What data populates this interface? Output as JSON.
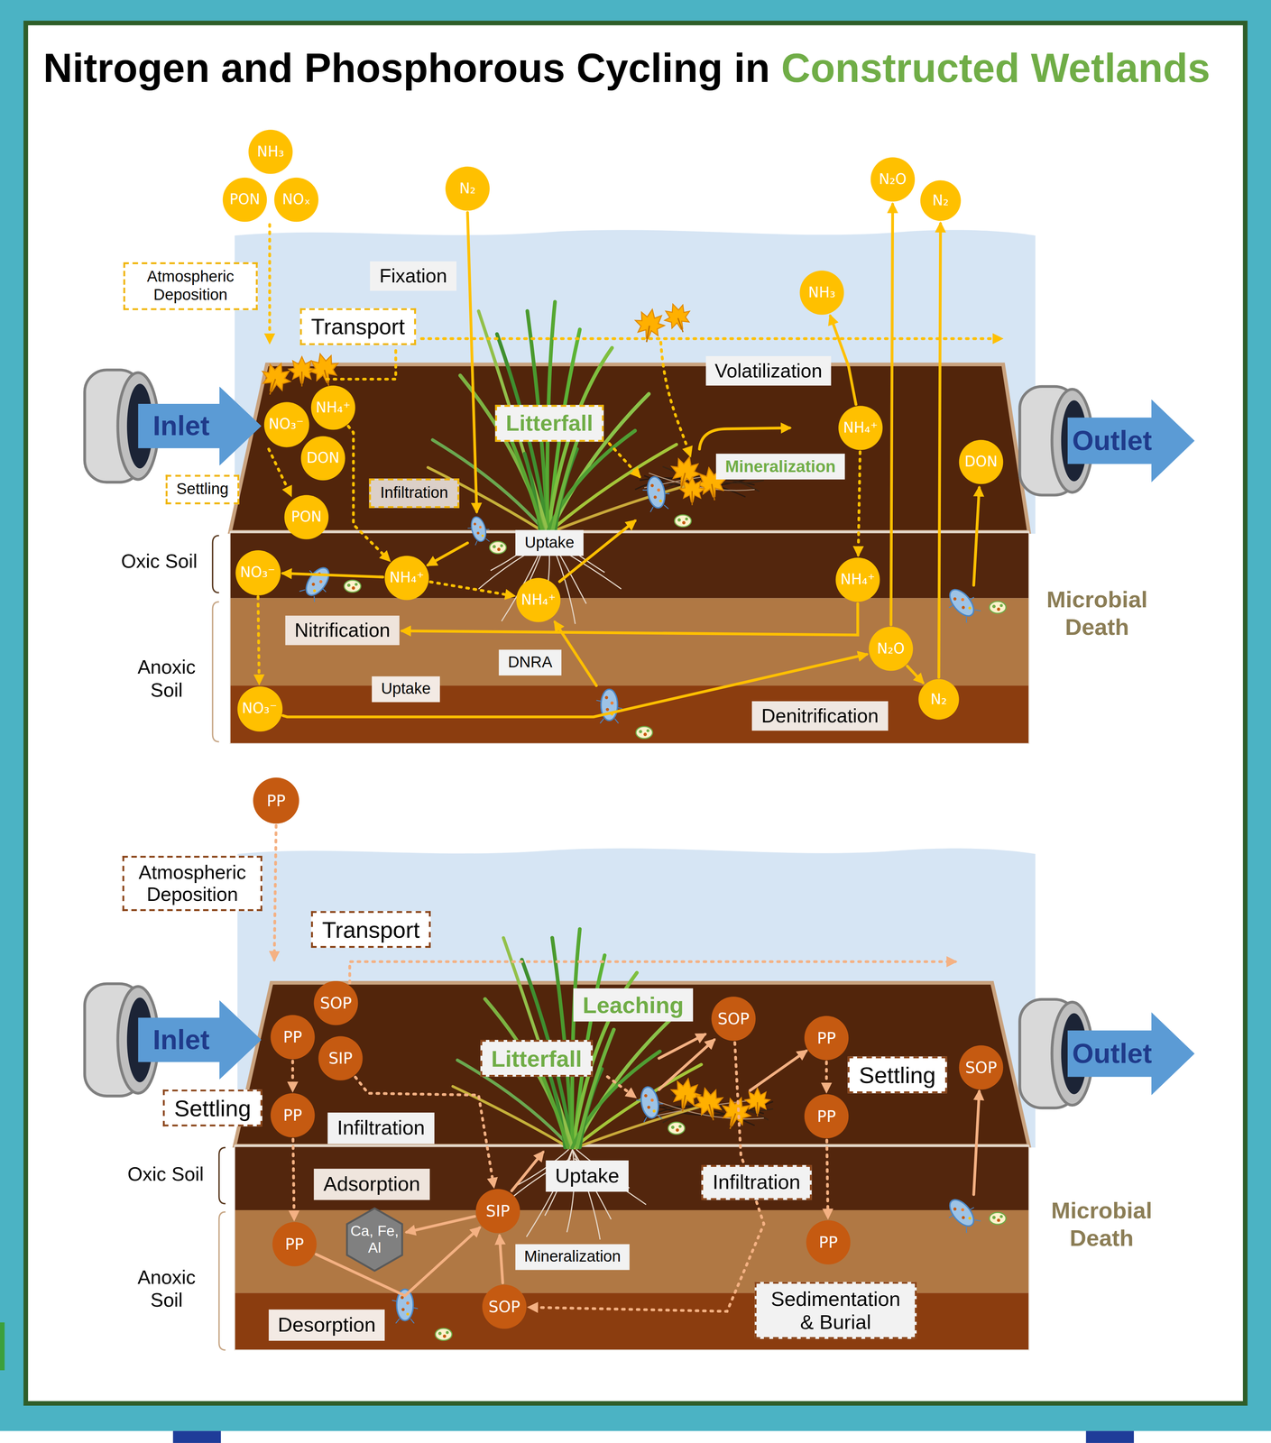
{
  "diagram": {
    "title": "Nitrogen and Phosphorous Cycling in Constructed Wetlands",
    "nodes": [
      {
        "text": [
          "Atmospheric Deposition"
        ]
      },
      {
        "text": [
          "NH₃"
        ]
      },
      {
        "text": [
          "PON"
        ]
      },
      {
        "text": [
          "NOₓ"
        ]
      },
      {
        "text": [
          "N₂"
        ]
      },
      {
        "text": [
          "N₂O"
        ]
      },
      {
        "text": [
          "N₂"
        ]
      },
      {
        "text": [
          "Fixation"
        ]
      },
      {
        "text": [
          "NH₃"
        ]
      },
      {
        "text": [
          "Transport"
        ]
      },
      {
        "text": [
          "Volatilization"
        ]
      },
      {
        "text": [
          "Inlet"
        ]
      },
      {
        "text": [
          "NO₃⁻"
        ]
      },
      {
        "text": [
          "NH₄⁺"
        ]
      },
      {
        "text": [
          "Litterfall"
        ]
      },
      {
        "text": [
          "NH₄⁺"
        ]
      },
      {
        "text": [
          "Outlet"
        ]
      },
      {
        "text": [
          "DON"
        ]
      },
      {
        "text": [
          "Mineralization"
        ]
      },
      {
        "text": [
          "DON"
        ]
      },
      {
        "text": [
          "Settling"
        ]
      },
      {
        "text": [
          "Infiltration"
        ]
      },
      {
        "text": [
          "PON"
        ]
      },
      {
        "text": [
          "Uptake"
        ]
      },
      {
        "text": [
          "NO₃⁻"
        ]
      },
      {
        "text": [
          "NH₄⁺"
        ]
      },
      {
        "text": [
          "NH₄⁺"
        ]
      },
      {
        "text": [
          "NH₄⁺"
        ]
      },
      {
        "text": [
          "Nitrification"
        ]
      },
      {
        "text": [
          "N₂O"
        ]
      },
      {
        "text": [
          "DNRA"
        ]
      },
      {
        "text": [
          "Uptake"
        ]
      },
      {
        "text": [
          "NO₃⁻"
        ]
      },
      {
        "text": [
          "Denitrification"
        ]
      },
      {
        "text": [
          "N₂"
        ]
      },
      {
        "text": [
          "PP"
        ]
      },
      {
        "text": [
          "Atmospheric Deposition"
        ]
      },
      {
        "text": [
          "Transport"
        ]
      },
      {
        "text": [
          "Inlet"
        ]
      },
      {
        "text": [
          "SOP"
        ]
      },
      {
        "text": [
          "Leaching"
        ]
      },
      {
        "text": [
          "SOP"
        ]
      },
      {
        "text": [
          "PP"
        ]
      },
      {
        "text": [
          "Outlet"
        ]
      },
      {
        "text": [
          "PP"
        ]
      },
      {
        "text": [
          "SIP"
        ]
      },
      {
        "text": [
          "Litterfall"
        ]
      },
      {
        "text": [
          "Settling"
        ]
      },
      {
        "text": [
          "SOP"
        ]
      },
      {
        "text": [
          "Settling"
        ]
      },
      {
        "text": [
          "PP"
        ]
      },
      {
        "text": [
          "PP"
        ]
      },
      {
        "text": [
          "Infiltration"
        ]
      },
      {
        "text": [
          "Uptake"
        ]
      },
      {
        "text": [
          "Infiltration"
        ]
      },
      {
        "text": [
          "Adsorption"
        ]
      },
      {
        "text": [
          "SIP"
        ]
      },
      {
        "text": [
          "Ca, Fe, Al"
        ]
      },
      {
        "text": [
          "PP"
        ]
      },
      {
        "text": [
          "PP"
        ]
      },
      {
        "text": [
          "Mineralization"
        ]
      },
      {
        "text": [
          "Sedimentation & Burial"
        ]
      },
      {
        "text": [
          "SOP"
        ]
      },
      {
        "text": [
          "Desorption"
        ]
      }
    ],
    "edges": [
      {
        "from": 15,
        "to": 8,
        "arrow": "to"
      },
      {
        "from": 15,
        "to": 26,
        "arrow": "to"
      },
      {
        "from": 26,
        "to": 28,
        "arrow": "to"
      },
      {
        "from": 13,
        "to": 25,
        "arrow": "to"
      },
      {
        "from": 25,
        "to": 24,
        "arrow": "to"
      },
      {
        "from": 25,
        "to": 27,
        "arrow": "to"
      },
      {
        "from": 24,
        "to": 32,
        "arrow": "to"
      },
      {
        "from": 32,
        "to": 29,
        "arrow": "to"
      },
      {
        "from": 29,
        "to": 34,
        "arrow": "to"
      },
      {
        "from": 29,
        "to": 5,
        "arrow": "to"
      },
      {
        "from": 34,
        "to": 6,
        "arrow": "to"
      },
      {
        "from": 44,
        "to": 50,
        "arrow": "to"
      },
      {
        "from": 50,
        "to": 58,
        "arrow": "to"
      },
      {
        "from": 45,
        "to": 56,
        "arrow": "to"
      },
      {
        "from": 56,
        "to": 57,
        "arrow": "to"
      },
      {
        "from": 62,
        "to": 56,
        "arrow": "to"
      },
      {
        "from": 42,
        "to": 51,
        "arrow": "to"
      },
      {
        "from": 51,
        "to": 59,
        "arrow": "to"
      },
      {
        "from": 41,
        "to": 62,
        "arrow": "to"
      },
      {
        "from": 58,
        "to": 56,
        "arrow": "to"
      }
    ],
    "labels": [
      "Oxic Soil",
      "Anoxic Soil",
      "Microbial Death",
      "Oxic Soil",
      "Anoxic Soil",
      "Microbial Death"
    ]
  }
}
